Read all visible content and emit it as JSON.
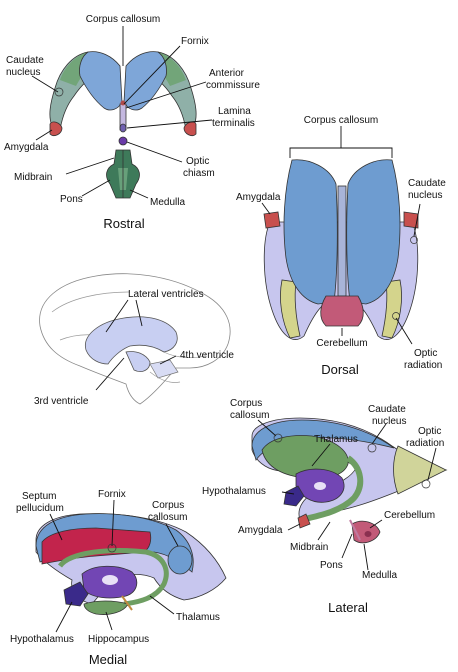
{
  "colors": {
    "ventricle_blue": "#7ea6d8",
    "thalamus_green": "#6e9e62",
    "caudate_grey": "#8fa7b0",
    "amygdala_red": "#c8504e",
    "lavender": "#c7c6ee",
    "purple": "#6a3aa8",
    "yellow": "#d4d48c",
    "septum_crimson": "#c2244c",
    "brainstem_green": "#3e7a5a"
  },
  "rostral": {
    "caption": "Rostral",
    "labels": {
      "corpus_callosum": "Corpus callosum",
      "caudate_nucleus_1": "Caudate",
      "caudate_nucleus_2": "nucleus",
      "fornix": "Fornix",
      "anterior_commissure_1": "Anterior",
      "anterior_commissure_2": "commissure",
      "lamina_terminalis_1": "Lamina",
      "lamina_terminalis_2": "terminalis",
      "amygdala": "Amygdala",
      "optic_chiasm_1": "Optic",
      "optic_chiasm_2": "chiasm",
      "midbrain": "Midbrain",
      "pons": "Pons",
      "medulla": "Medulla"
    }
  },
  "dorsal": {
    "caption": "Dorsal",
    "labels": {
      "corpus_callosum": "Corpus callosum",
      "amygdala": "Amygdala",
      "caudate_nucleus_1": "Caudate",
      "caudate_nucleus_2": "nucleus",
      "cerebellum": "Cerebellum",
      "optic_radiation_1": "Optic",
      "optic_radiation_2": "radiation"
    }
  },
  "overview": {
    "labels": {
      "lateral_ventricles": "Lateral ventricles",
      "fourth_ventricle": "4th ventricle",
      "third_ventricle": "3rd ventricle"
    }
  },
  "lateral": {
    "caption": "Lateral",
    "labels": {
      "corpus_callosum_1": "Corpus",
      "corpus_callosum_2": "callosum",
      "thalamus": "Thalamus",
      "caudate_nucleus_1": "Caudate",
      "caudate_nucleus_2": "nucleus",
      "optic_radiation_1": "Optic",
      "optic_radiation_2": "radiation",
      "hypothalamus": "Hypothalamus",
      "amygdala": "Amygdala",
      "cerebellum": "Cerebellum",
      "midbrain": "Midbrain",
      "pons": "Pons",
      "medulla": "Medulla"
    }
  },
  "medial": {
    "caption": "Medial",
    "labels": {
      "septum_pellucidum_1": "Septum",
      "septum_pellucidum_2": "pellucidum",
      "fornix": "Fornix",
      "corpus_callosum_1": "Corpus",
      "corpus_callosum_2": "callosum",
      "thalamus": "Thalamus",
      "hypothalamus": "Hypothalamus",
      "hippocampus": "Hippocampus"
    }
  }
}
